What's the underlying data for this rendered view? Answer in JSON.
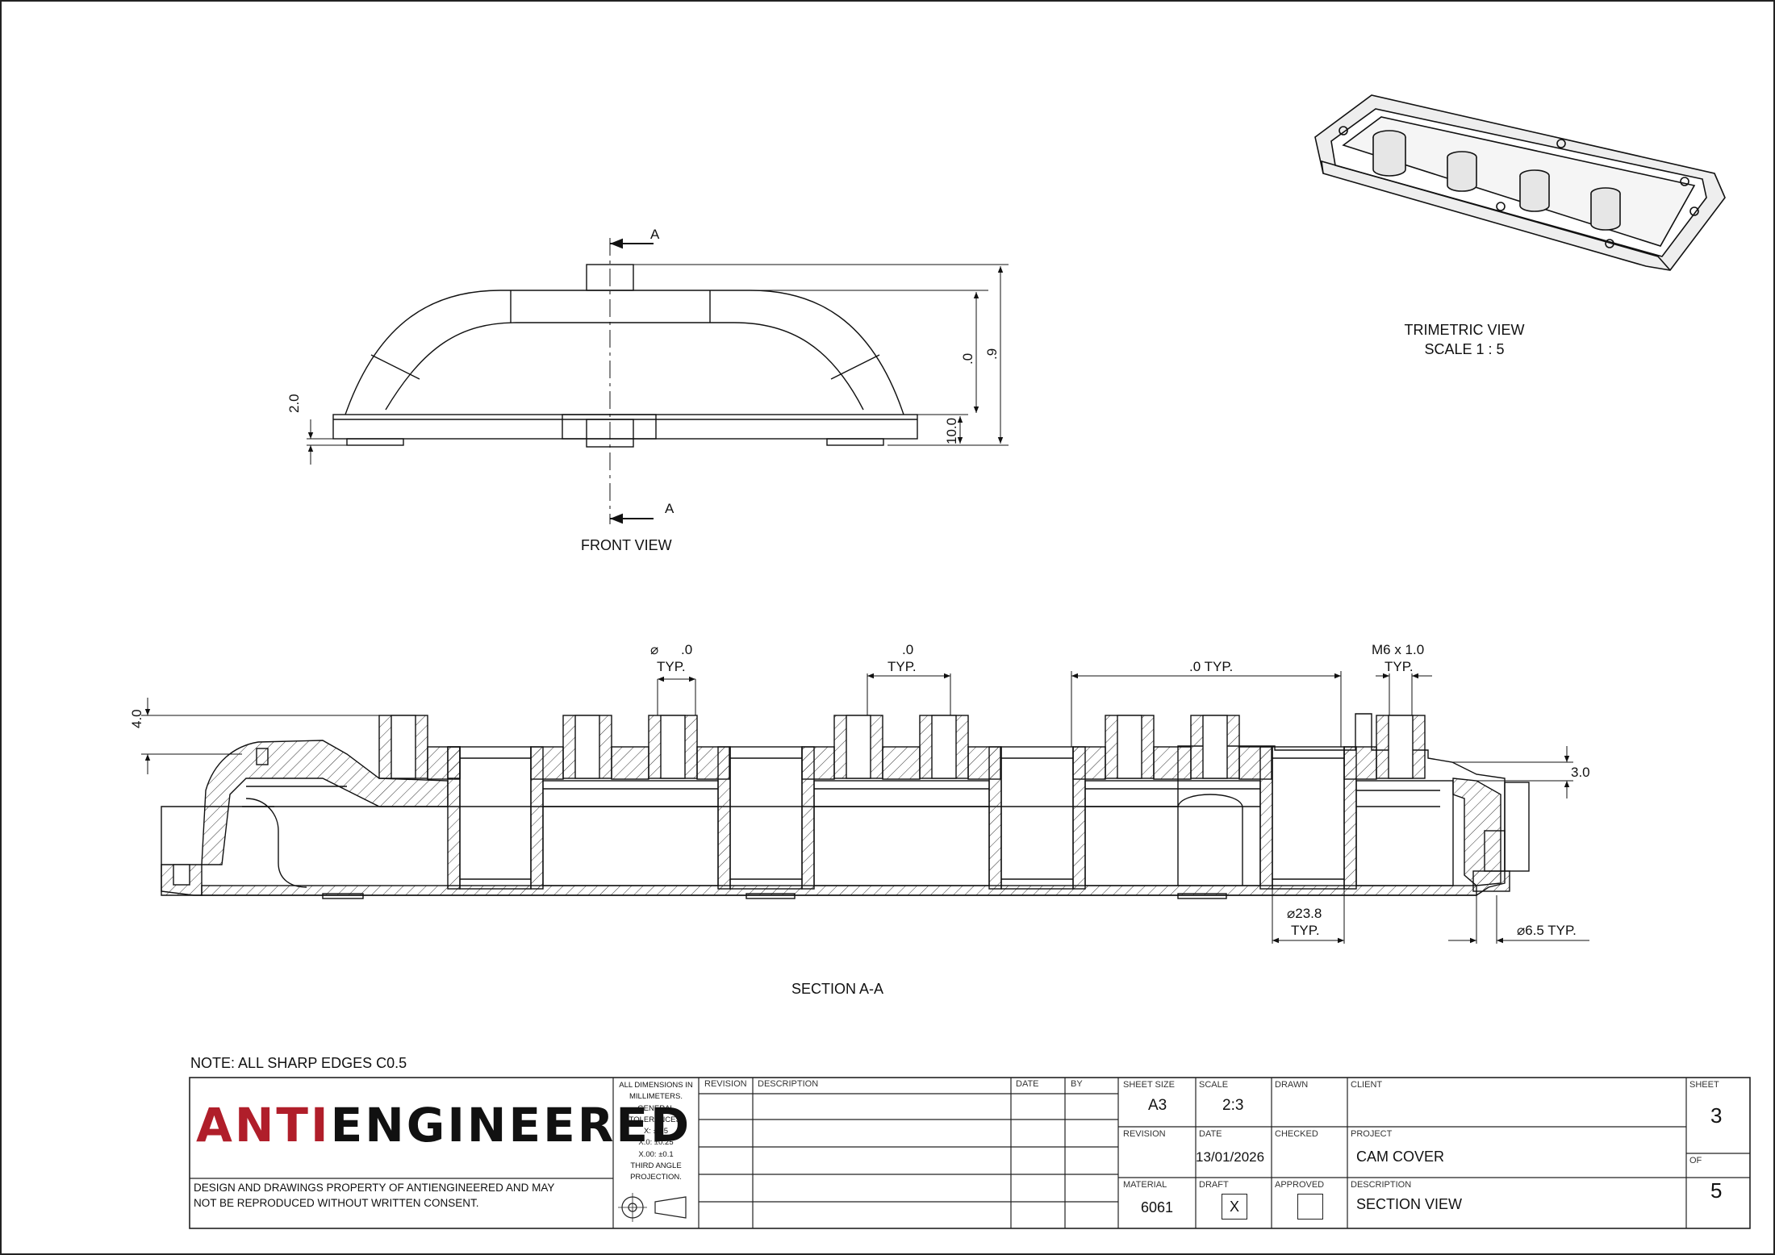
{
  "views": {
    "front": {
      "label": "FRONT VIEW",
      "section_marker_top": "A",
      "section_marker_bottom": "A",
      "dims": {
        "flange_thickness": "2.0",
        "height_inner": ".0",
        "height_total": ".9",
        "base": "10.0"
      }
    },
    "trimetric": {
      "label": "TRIMETRIC VIEW",
      "scale": "SCALE 1 : 5"
    },
    "section": {
      "label": "SECTION A-A",
      "dims": {
        "wall": "4.0",
        "boss_dia_symbol": "⌀",
        "boss_dia_value": ".0",
        "boss_typ": "TYP.",
        "spacing": ".0",
        "spacing_typ": "TYP.",
        "pitch": ".0 TYP.",
        "thread": "M6 x 1.0",
        "thread_typ": "TYP.",
        "lip": "3.0",
        "bore": "⌀23.8",
        "bore_typ": "TYP.",
        "hole": "⌀6.5 TYP."
      }
    }
  },
  "note": "NOTE: ALL SHARP EDGES C0.5",
  "title_block": {
    "logo_accent": "ANTI",
    "logo_rest": "ENGINEERED",
    "property_notice_1": "DESIGN AND DRAWINGS PROPERTY OF ANTIENGINEERED AND MAY",
    "property_notice_2": "NOT BE REPRODUCED WITHOUT WRITTEN CONSENT.",
    "tolerances": [
      "ALL DIMENSIONS IN",
      "MILLIMETERS.",
      "GENERAL",
      "TOLERANCES:",
      "X: ±0.5",
      "X.0: ±0.25",
      "X.00: ±0.1",
      "THIRD ANGLE",
      "PROJECTION."
    ],
    "revision_header": "REVISION",
    "description_header": "DESCRIPTION",
    "date_header": "DATE",
    "by_header": "BY",
    "sheet_size_label": "SHEET SIZE",
    "sheet_size": "A3",
    "scale_label": "SCALE",
    "scale": "2:3",
    "drawn_label": "DRAWN",
    "client_label": "CLIENT",
    "revision_label": "REVISION",
    "date_label": "DATE",
    "date": "13/01/2026",
    "checked_label": "CHECKED",
    "project_label": "PROJECT",
    "project": "CAM COVER",
    "material_label": "MATERIAL",
    "material": "6061",
    "draft_label": "DRAFT",
    "draft_mark": "X",
    "approved_label": "APPROVED",
    "description_label": "DESCRIPTION",
    "description": "SECTION VIEW",
    "sheet_label": "SHEET",
    "sheet": "3",
    "of_label": "OF",
    "of": "5"
  }
}
